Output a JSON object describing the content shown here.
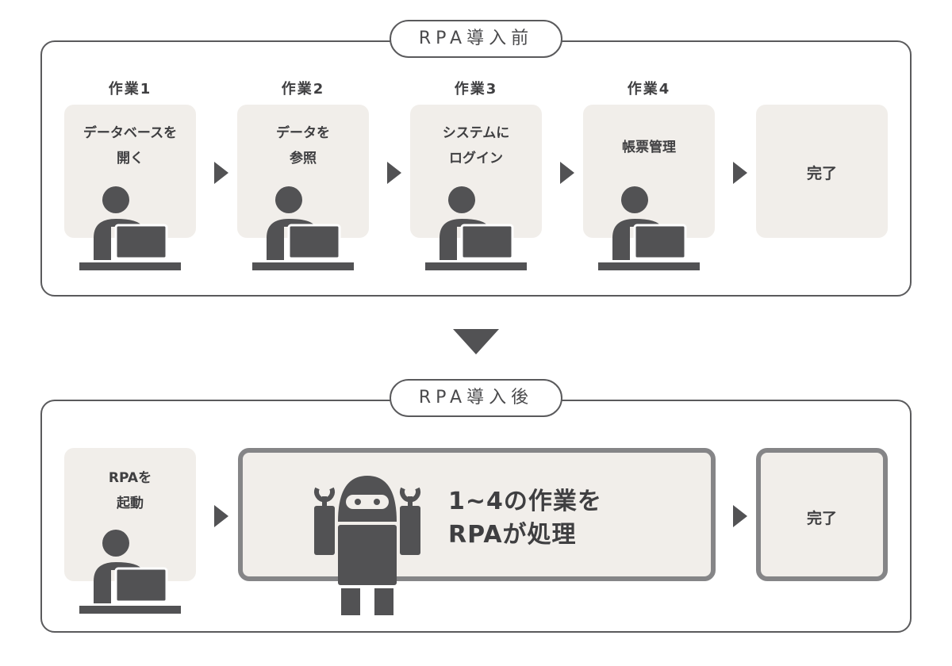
{
  "before": {
    "title": "RPA導入前",
    "steps": [
      {
        "label": "作業1",
        "text": "データベースを\n開く"
      },
      {
        "label": "作業2",
        "text": "データを\n参照"
      },
      {
        "label": "作業3",
        "text": "システムに\nログイン"
      },
      {
        "label": "作業4",
        "text": "帳票管理"
      }
    ],
    "done": "完了"
  },
  "after": {
    "title": "RPA導入後",
    "start": "RPAを\n起動",
    "process": "1~4の作業を\nRPAが処理",
    "done": "完了"
  },
  "colors": {
    "dark": "#525254",
    "card": "#f1eeea",
    "outline": "#858587"
  }
}
